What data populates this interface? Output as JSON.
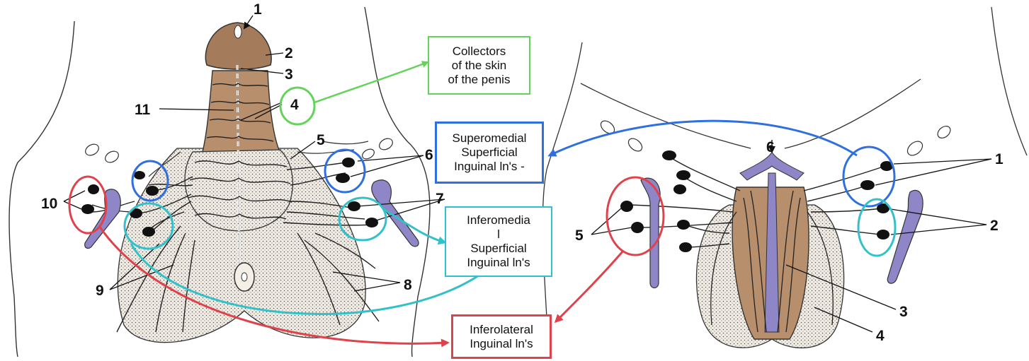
{
  "diagram": {
    "left_figure": {
      "labels": [
        "1",
        "2",
        "3",
        "4",
        "5",
        "6",
        "7",
        "8",
        "9",
        "10",
        "11"
      ]
    },
    "right_figure": {
      "labels": [
        "1",
        "2",
        "3",
        "4",
        "5",
        "6"
      ]
    },
    "callouts": {
      "collectors": {
        "text": "Collectors\nof the skin\nof the penis",
        "color": "#63d35a"
      },
      "superomedial": {
        "text": "Superomedial\nSuperficial\nInguinal ln's -",
        "color": "#2f6fe0"
      },
      "inferomedial": {
        "text": "Inferomedia\nl\nSuperficial\nInguinal ln's",
        "color": "#32c1c9"
      },
      "inferolateral": {
        "text": "Inferolateral\nInguinal ln's",
        "color": "#e0424b"
      }
    },
    "colors": {
      "penis_tissue": "#b88f6c",
      "node": "#111111",
      "vessel": "#8f86c7",
      "outline": "#222222"
    }
  }
}
